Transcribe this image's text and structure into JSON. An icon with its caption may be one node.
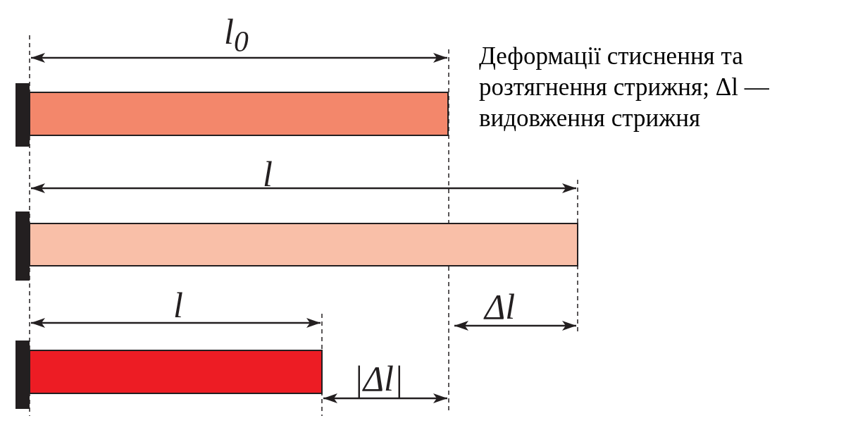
{
  "diagram": {
    "caption": "Деформації стиснення та розтягнення стрижня; Δl — видовження стрижня",
    "labels": [
      "l$_{0}$",
      "l",
      "l",
      "Δl",
      "|Δl|"
    ]
  }
}
